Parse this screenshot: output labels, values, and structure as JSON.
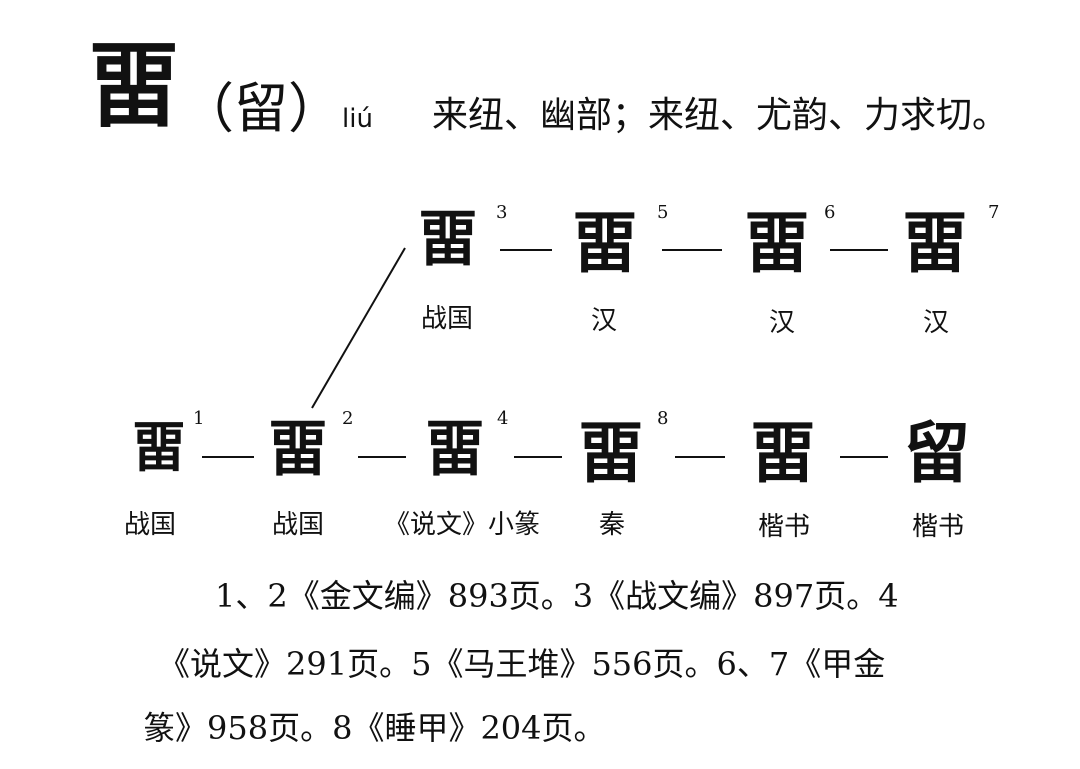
{
  "header": {
    "head_char": "畱",
    "variant": "（留）",
    "pinyin": "liú",
    "fanqie": "来纽、幽部；来纽、尤韵、力求切。"
  },
  "upper_row": [
    {
      "glyph": "畱",
      "num": "3",
      "label": "战国"
    },
    {
      "glyph": "畱",
      "num": "5",
      "label": "汉"
    },
    {
      "glyph": "畱",
      "num": "6",
      "label": "汉"
    },
    {
      "glyph": "畱",
      "num": "7",
      "label": "汉"
    }
  ],
  "lower_row": [
    {
      "glyph": "畱",
      "num": "1",
      "label": "战国"
    },
    {
      "glyph": "畱",
      "num": "2",
      "label": "战国"
    },
    {
      "glyph": "畱",
      "num": "4",
      "label": "《说文》小篆"
    },
    {
      "glyph": "畱",
      "num": "8",
      "label": "秦"
    },
    {
      "glyph": "畱",
      "num": "",
      "label": "楷书"
    },
    {
      "glyph": "留",
      "num": "",
      "label": "楷书"
    }
  ],
  "references": [
    "1、2《金文编》893页。3《战文编》897页。4",
    "《说文》291页。5《马王堆》556页。6、7《甲金",
    "篆》958页。8《睡甲》204页。"
  ]
}
